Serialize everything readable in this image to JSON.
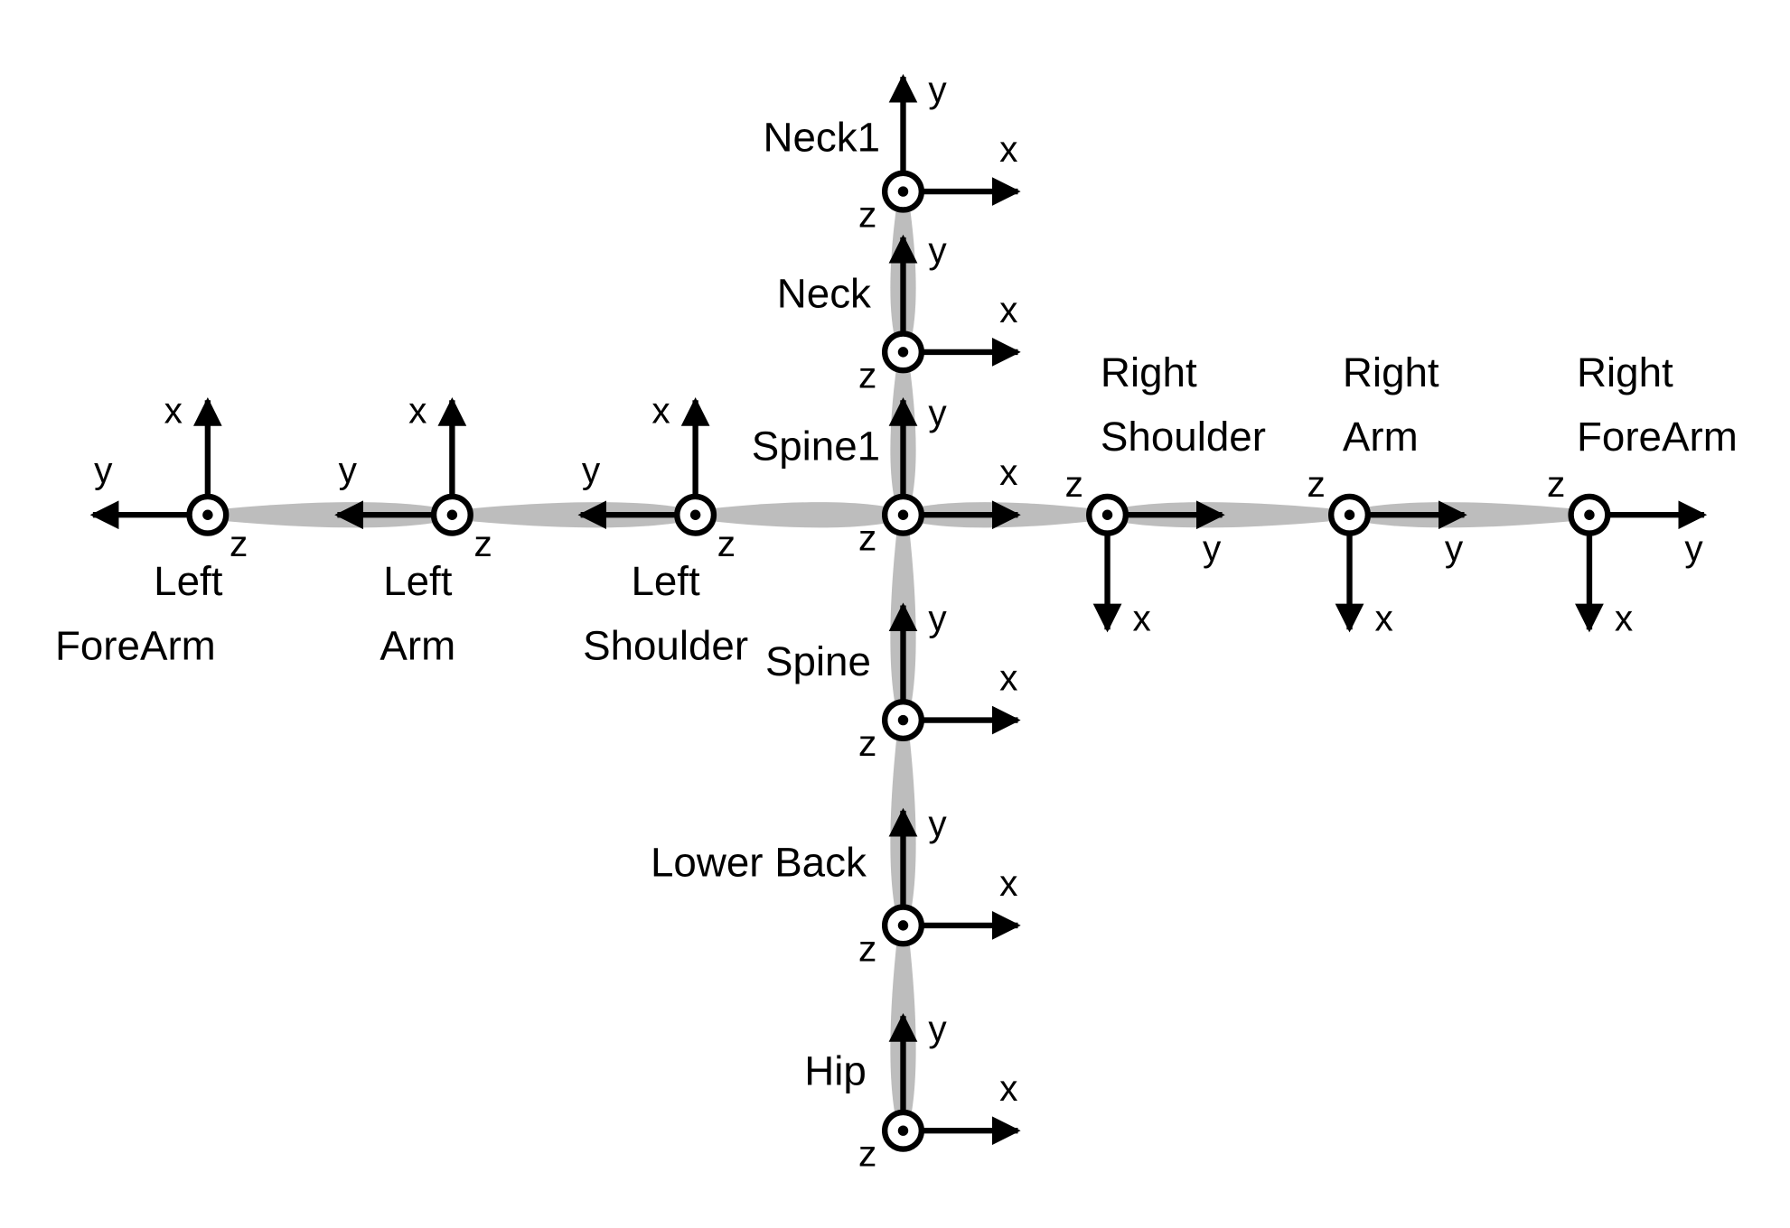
{
  "colors": {
    "bone": "#bdbdbd",
    "axis": "#000000",
    "joint_fill": "#ffffff",
    "background": "#ffffff"
  },
  "axis_symbols": {
    "x": "x",
    "y": "y",
    "z": "z"
  },
  "joints": [
    {
      "id": "neck1",
      "name_lines": [
        "Neck1"
      ],
      "orientation": "vertical",
      "x_dir": "right",
      "y_dir": "up"
    },
    {
      "id": "neck",
      "name_lines": [
        "Neck"
      ],
      "orientation": "vertical",
      "x_dir": "right",
      "y_dir": "up"
    },
    {
      "id": "spine1",
      "name_lines": [
        "Spine1"
      ],
      "orientation": "vertical",
      "x_dir": "right",
      "y_dir": "up"
    },
    {
      "id": "spine",
      "name_lines": [
        "Spine"
      ],
      "orientation": "vertical",
      "x_dir": "right",
      "y_dir": "up"
    },
    {
      "id": "lower-back",
      "name_lines": [
        "Lower Back"
      ],
      "orientation": "vertical",
      "x_dir": "right",
      "y_dir": "up"
    },
    {
      "id": "hip",
      "name_lines": [
        "Hip"
      ],
      "orientation": "vertical",
      "x_dir": "right",
      "y_dir": "up"
    },
    {
      "id": "left-shoulder",
      "name_lines": [
        "Left",
        "Shoulder"
      ],
      "orientation": "left",
      "x_dir": "up",
      "y_dir": "left"
    },
    {
      "id": "left-arm",
      "name_lines": [
        "Left",
        "Arm"
      ],
      "orientation": "left",
      "x_dir": "up",
      "y_dir": "left"
    },
    {
      "id": "left-forearm",
      "name_lines": [
        "Left",
        "ForeArm"
      ],
      "orientation": "left",
      "x_dir": "up",
      "y_dir": "left"
    },
    {
      "id": "right-shoulder",
      "name_lines": [
        "Right",
        "Shoulder"
      ],
      "orientation": "right",
      "x_dir": "down",
      "y_dir": "right"
    },
    {
      "id": "right-arm",
      "name_lines": [
        "Right",
        "Arm"
      ],
      "orientation": "right",
      "x_dir": "down",
      "y_dir": "right"
    },
    {
      "id": "right-forearm",
      "name_lines": [
        "Right",
        "ForeArm"
      ],
      "orientation": "right",
      "x_dir": "down",
      "y_dir": "right"
    }
  ],
  "bones": [
    [
      "hip",
      "lower-back"
    ],
    [
      "lower-back",
      "spine"
    ],
    [
      "spine",
      "spine1"
    ],
    [
      "spine1",
      "neck"
    ],
    [
      "neck",
      "neck1"
    ],
    [
      "spine1",
      "left-shoulder"
    ],
    [
      "left-shoulder",
      "left-arm"
    ],
    [
      "left-arm",
      "left-forearm"
    ],
    [
      "spine1",
      "right-shoulder"
    ],
    [
      "right-shoulder",
      "right-arm"
    ],
    [
      "right-arm",
      "right-forearm"
    ]
  ]
}
